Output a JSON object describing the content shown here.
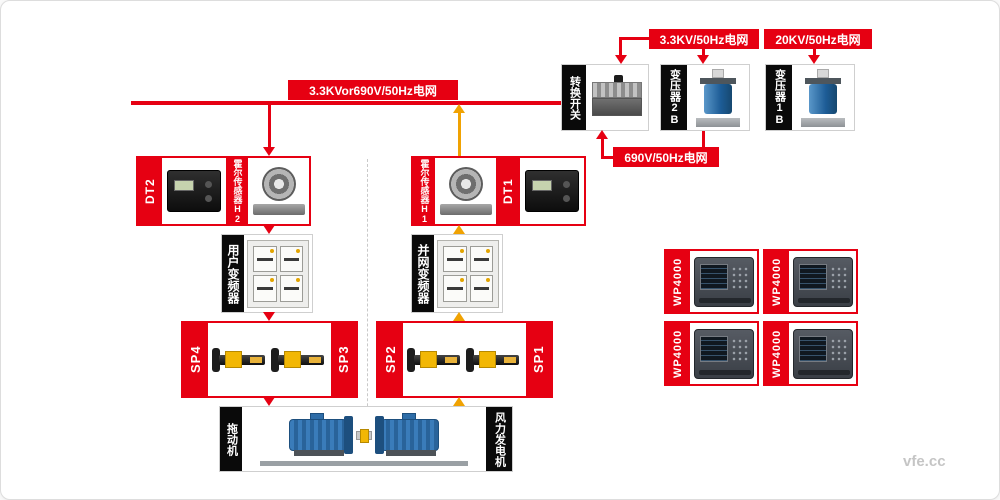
{
  "colors": {
    "red": "#e60012",
    "yellow": "#f0a202",
    "black": "#0a0a0a",
    "blue": "#2e74b5"
  },
  "bus": {
    "label": "3.3KVor690V/50Hz电网"
  },
  "grid_labels": {
    "kv33": "3.3KV/50Hz电网",
    "kv20": "20KV/50Hz电网",
    "v690": "690V/50Hz电网"
  },
  "devices": {
    "switch": "转换开关",
    "transformer_2b": "变压器2B",
    "transformer_1b": "变压器1B",
    "dt2": "DT2",
    "hall_h2": "霍尔传感器H2",
    "dt1": "DT1",
    "hall_h1": "霍尔传感器H1",
    "user_converter": "用户变频器",
    "grid_converter": "并网变频器",
    "sp4": "SP4",
    "sp3": "SP3",
    "sp2": "SP2",
    "sp1": "SP1",
    "drag_motor": "拖动机",
    "wind_generator": "风力发电机"
  },
  "wp4000": {
    "units": [
      {
        "label": "WP4000"
      },
      {
        "label": "WP4000"
      },
      {
        "label": "WP4000"
      },
      {
        "label": "WP4000"
      }
    ]
  },
  "watermark": "vfe.cc"
}
